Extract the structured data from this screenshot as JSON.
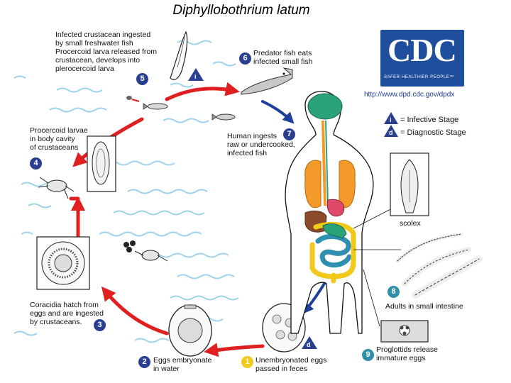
{
  "title": "Diphyllobothrium latum",
  "logo": {
    "text": "CDC",
    "tagline": "SAFER·HEALTHIER·PEOPLE™",
    "url": "http://www.dpd.cdc.gov/dpdx"
  },
  "legend": {
    "infective_label": "= Infective Stage",
    "diagnostic_label": "= Diagnostic Stage",
    "infective_badge": "i",
    "diagnostic_badge": "d"
  },
  "stages": [
    {
      "number": "1",
      "text": "Unembryonated eggs\npassed in feces"
    },
    {
      "number": "2",
      "text": "Eggs embryonate\nin water"
    },
    {
      "number": "3",
      "text": "Coracidia hatch from\neggs and are ingested\nby crustaceans."
    },
    {
      "number": "4",
      "text": "Procercoid larvae\nin body cavity\nof crustaceans"
    },
    {
      "number": "5",
      "text": "Infected crustacean ingested\nby small freshwater fish\nProcercoid larva released from\ncrustacean, develops into\nplerocercoid larva"
    },
    {
      "number": "6",
      "text": "Predator fish eats\ninfected small fish"
    },
    {
      "number": "7",
      "text": "Human ingests\nraw or undercooked,\ninfected fish"
    },
    {
      "number": "8",
      "text": "Adults in small intestine"
    },
    {
      "number": "9",
      "text": "Proglottids release\nimmature eggs"
    }
  ],
  "scolex_label": "scolex",
  "colors": {
    "cycle_arrow": "#e02020",
    "human_arrow": "#1e3f9a",
    "number_badge": "#2a3f8f",
    "water": "#9fd4ea",
    "lungs": "#f39a2a",
    "brain": "#2aa37a",
    "intestine": "#2e8fb0",
    "colon": "#f2c81a"
  }
}
